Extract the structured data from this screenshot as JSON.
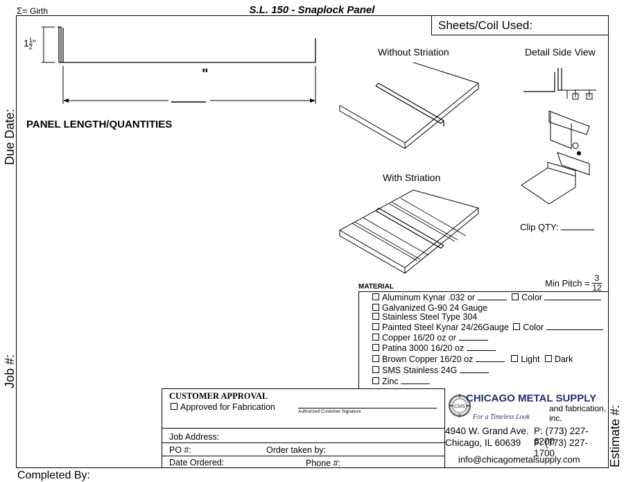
{
  "header": {
    "girth_label": "Girth",
    "title": "S.L. 150 - Snaplock Panel",
    "sheets_coil": "Sheets/Coil Used:"
  },
  "side_labels": {
    "due_date": "Due Date:",
    "job": "Job #:",
    "estimate": "Estimate #:",
    "completed_by": "Completed By:"
  },
  "profile": {
    "height_whole": "1",
    "height_num": "1",
    "height_den": "2",
    "height_unit": "\"",
    "width_unit": "\""
  },
  "panel_heading": "PANEL LENGTH/QUANTITIES",
  "views": {
    "without_striation": "Without Striation",
    "with_striation": "With Striation",
    "detail_side_view": "Detail Side View",
    "clip_qty": "Clip QTY:"
  },
  "min_pitch": {
    "label": "Min Pitch =",
    "num": "3",
    "den": "12"
  },
  "material": {
    "title": "MATERIAL",
    "items": [
      "Aluminum Kynar .032 or",
      "Galvanized G-90 24 Gauge",
      "Stainless Steel Type 304",
      "Painted Steel Kynar 24/26Gauge",
      "Copper 16/20 oz or",
      "Patina 3000 16/20 oz",
      "Brown Copper 16/20 oz",
      "SMS Stainless 24G",
      "Zinc"
    ],
    "color_label": "Color",
    "light_label": "Light",
    "dark_label": "Dark"
  },
  "approval": {
    "title": "CUSTOMER APPROVAL",
    "approved": "Approved for Fabrication",
    "signature": "Authorized Customer Signature",
    "job_address": "Job Address:",
    "po": "PO #:",
    "order_taken": "Order taken by:",
    "date_ordered": "Date Ordered:",
    "phone": "Phone #:"
  },
  "company": {
    "name": "CHICAGO METAL SUPPLY",
    "sub": "and fabrication, inc.",
    "tagline": "For a Timeless Look",
    "address1": "4940 W. Grand Ave.",
    "address2": "Chicago, IL 60639",
    "phone": "P: (773) 227-6200",
    "fax": "F: (773) 227-1700",
    "email": "info@chicagometalsupply.com",
    "logo_text": "CMS"
  }
}
